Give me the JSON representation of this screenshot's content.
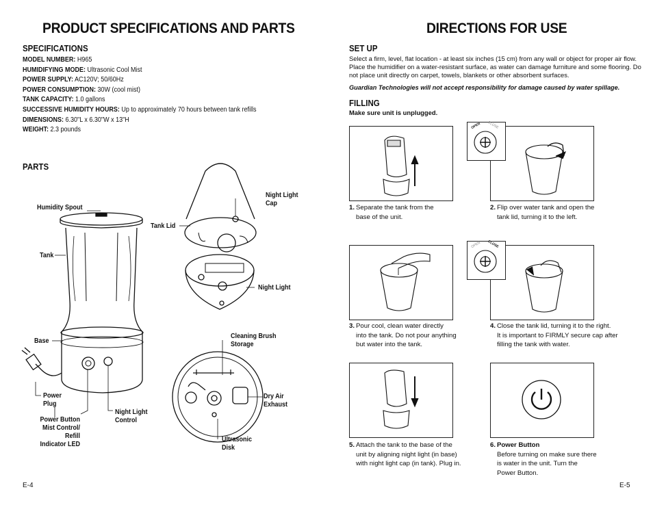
{
  "left": {
    "title": "PRODUCT SPECIFICATIONS AND PARTS",
    "specs_heading": "SPECIFICATIONS",
    "specs": [
      {
        "label": "MODEL NUMBER:",
        "value": "H965"
      },
      {
        "label": "HUMIDIFYING MODE:",
        "value": "Ultrasonic Cool Mist"
      },
      {
        "label": "POWER SUPPLY:",
        "value": "AC120V; 50/60Hz"
      },
      {
        "label": "POWER CONSUMPTION:",
        "value": "30W (cool mist)"
      },
      {
        "label": "TANK CAPACITY:",
        "value": "1.0 gallons"
      },
      {
        "label": "SUCCESSIVE HUMIDITY HOURS:",
        "value": "Up to approximately 70 hours between tank refills"
      },
      {
        "label": "DIMENSIONS:",
        "value": "6.30\"L x 6.30\"W x 13\"H"
      },
      {
        "label": "WEIGHT:",
        "value": "2.3 pounds"
      }
    ],
    "parts_heading": "PARTS",
    "parts": {
      "humidity_spout": "Humidity Spout",
      "tank": "Tank",
      "base": "Base",
      "power_plug_1": "Power",
      "power_plug_2": "Plug",
      "power_button_1": "Power Button",
      "power_button_2": "Mist Control/",
      "power_button_3": "Refill",
      "power_button_4": "Indicator LED",
      "night_light_control_1": "Night Light",
      "night_light_control_2": "Control",
      "tank_lid": "Tank Lid",
      "night_light_cap_1": "Night Light",
      "night_light_cap_2": "Cap",
      "night_light": "Night Light",
      "cleaning_brush_1": "Cleaning Brush",
      "cleaning_brush_2": "Storage",
      "dry_air_1": "Dry Air",
      "dry_air_2": "Exhaust",
      "ultrasonic_1": "Ultrasonic",
      "ultrasonic_2": "Disk"
    },
    "page_number": "E-4"
  },
  "right": {
    "title": "DIRECTIONS FOR USE",
    "setup_heading": "SET UP",
    "setup_text": "Select a firm, level, flat location - at least six inches (15 cm) from any wall or object for proper air flow. Place the humidifier on a water-resistant surface, as water can damage furniture and some flooring. Do not place unit directly on carpet, towels, blankets or other absorbent surfaces.",
    "setup_warning": "Guardian Technologies will not accept responsibility for damage caused by water spillage.",
    "filling_heading": "FILLING",
    "filling_note": "Make sure unit is unplugged.",
    "dial_open": "OPEN",
    "dial_close": "CLOSE",
    "steps": [
      {
        "num": "1.",
        "title": "",
        "lines": [
          "Separate the tank from the",
          "base of the unit."
        ]
      },
      {
        "num": "2.",
        "title": "",
        "lines": [
          "Flip over water tank and open the",
          "tank lid, turning it to the left."
        ]
      },
      {
        "num": "3.",
        "title": "",
        "lines": [
          "Pour cool, clean water directly",
          "into the tank. Do not pour anything",
          "but water into the tank."
        ]
      },
      {
        "num": "4.",
        "title": "",
        "lines": [
          "Close the tank lid, turning it to the right.",
          "It is important to FIRMLY secure cap after",
          "filling the tank with water."
        ]
      },
      {
        "num": "5.",
        "title": "",
        "lines": [
          "Attach the tank to the base of the",
          "unit by aligning night light (in base)",
          "with night light cap (in tank). Plug in."
        ]
      },
      {
        "num": "6.",
        "title": "Power Button",
        "lines": [
          "Before turning on make sure there",
          "is water in the unit. Turn the",
          "Power Button."
        ]
      }
    ],
    "page_number": "E-5"
  }
}
